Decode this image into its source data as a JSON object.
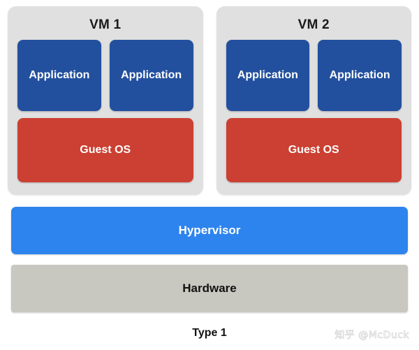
{
  "diagram": {
    "caption": "Type 1",
    "vms": [
      {
        "title": "VM 1",
        "apps": [
          {
            "label": "Application"
          },
          {
            "label": "Application"
          }
        ],
        "guest_os": "Guest OS"
      },
      {
        "title": "VM 2",
        "apps": [
          {
            "label": "Application"
          },
          {
            "label": "Application"
          }
        ],
        "guest_os": "Guest OS"
      }
    ],
    "layers": [
      {
        "label": "Hypervisor"
      },
      {
        "label": "Hardware"
      }
    ]
  },
  "watermark": {
    "text": "知乎 @McDuck"
  },
  "colors": {
    "vm_container": "#e0e0e0",
    "application": "#22509e",
    "guest_os": "#cb4032",
    "hypervisor": "#2e84ee",
    "hardware": "#c8c8c0",
    "page_background": "#ffffff",
    "text_light": "#ffffff",
    "text_dark": "#111111"
  }
}
